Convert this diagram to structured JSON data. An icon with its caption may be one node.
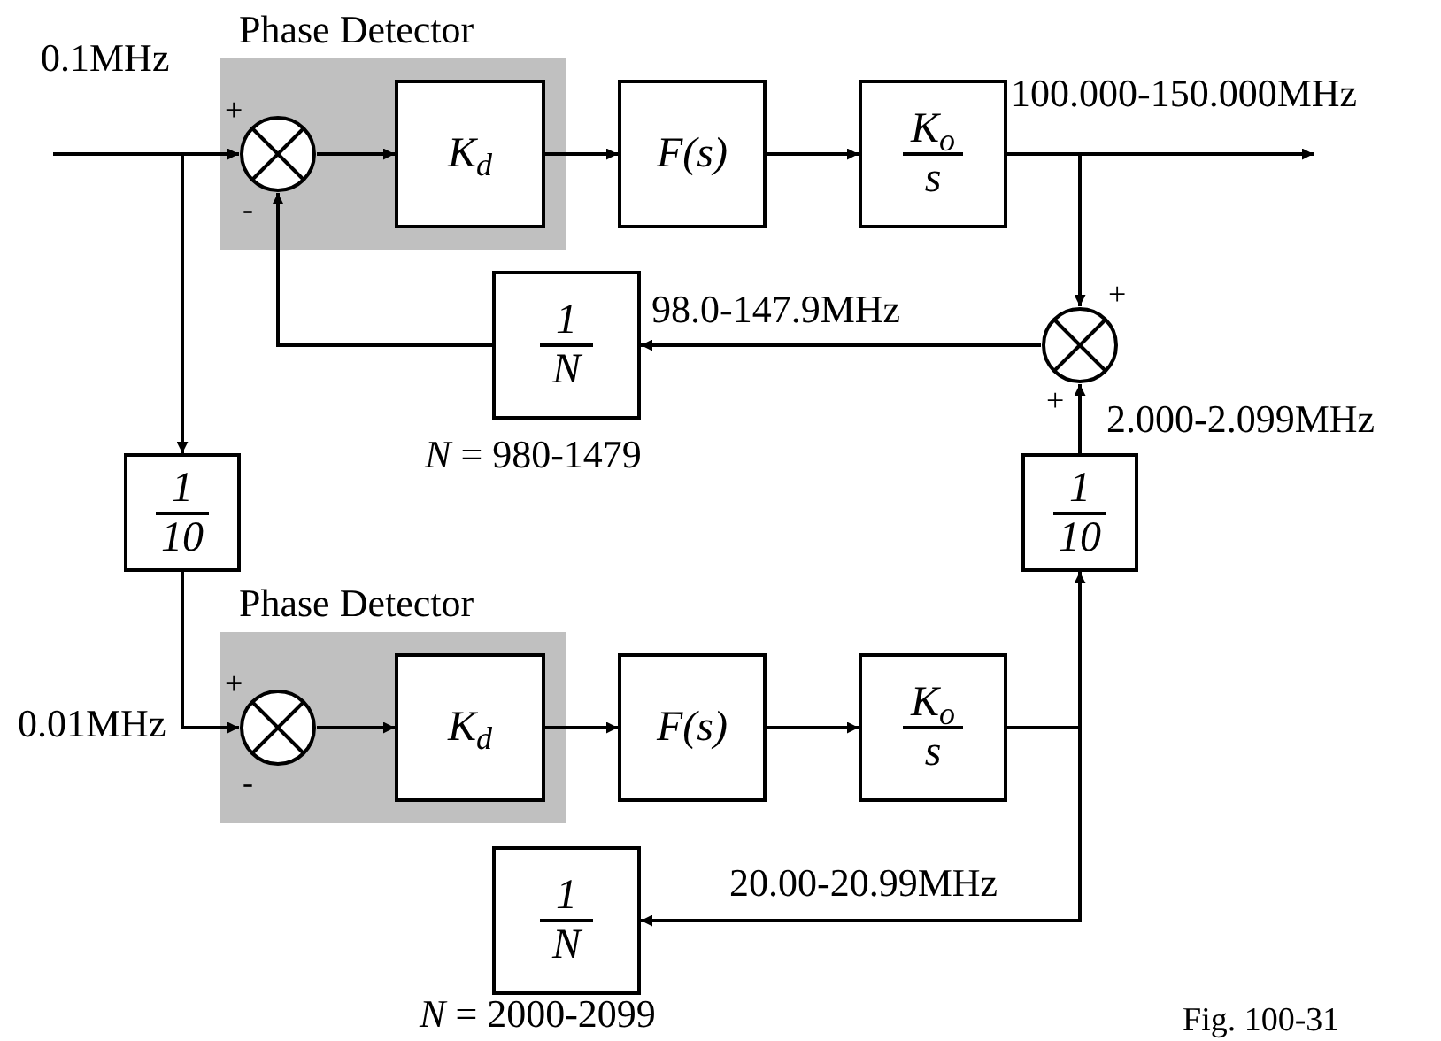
{
  "diagram": {
    "caption": "Fig. 100-31",
    "nodes": [
      {
        "text": [
          "Phase Detector"
        ]
      },
      {
        "text": [],
        "shape": "circle",
        "in": 0
      },
      {
        "text": [
          "K$_{d}$"
        ],
        "in": 0
      },
      {
        "text": [
          "F(s)"
        ]
      },
      {
        "text": [
          "K$_{o}$",
          "s"
        ]
      },
      {
        "text": [
          "1",
          "N"
        ],
        "beside": [
          "*N* = 980-1479"
        ]
      },
      {
        "text": [],
        "shape": "circle"
      },
      {
        "text": [
          "1",
          "10"
        ]
      },
      {
        "text": [
          "1",
          "10"
        ]
      },
      {
        "text": [
          "Phase Detector"
        ]
      },
      {
        "text": [],
        "shape": "circle",
        "in": 9
      },
      {
        "text": [
          "K$_{d}$"
        ],
        "in": 9
      },
      {
        "text": [
          "F(s)"
        ]
      },
      {
        "text": [
          "K$_{o}$",
          "s"
        ]
      },
      {
        "text": [
          "1",
          "N"
        ],
        "beside": [
          "*N* = 2000-2099"
        ]
      }
    ],
    "edges": [
      {
        "from": null,
        "to": 1,
        "arrow": "to",
        "label": "0.1MHz"
      },
      {
        "from": 1,
        "to": 2,
        "arrow": "to"
      },
      {
        "from": 2,
        "to": 3,
        "arrow": "to"
      },
      {
        "from": 3,
        "to": 4,
        "arrow": "to"
      },
      {
        "from": 4,
        "to": null,
        "arrow": "to",
        "label": "100.000-150.000MHz"
      },
      {
        "from": 4,
        "to": 6,
        "arrow": "to"
      },
      {
        "from": 6,
        "to": 5,
        "arrow": "to",
        "label": "98.0-147.9MHz"
      },
      {
        "from": 5,
        "to": 1,
        "arrow": "to"
      },
      {
        "from": 8,
        "to": 6,
        "arrow": "to",
        "label": "2.000-2.099MHz"
      },
      {
        "from": null,
        "to": 7,
        "arrow": "to"
      },
      {
        "from": 7,
        "to": 10,
        "arrow": "to",
        "label": "0.01MHz"
      },
      {
        "from": 10,
        "to": 11,
        "arrow": "to"
      },
      {
        "from": 11,
        "to": 12,
        "arrow": "to"
      },
      {
        "from": 12,
        "to": 13,
        "arrow": "to"
      },
      {
        "from": 13,
        "to": 8,
        "arrow": "to"
      },
      {
        "from": 13,
        "to": 14,
        "arrow": "to",
        "label": "20.00-20.99MHz"
      }
    ],
    "labels": [
      "+",
      "-",
      "+",
      "+",
      "+",
      "-"
    ]
  }
}
